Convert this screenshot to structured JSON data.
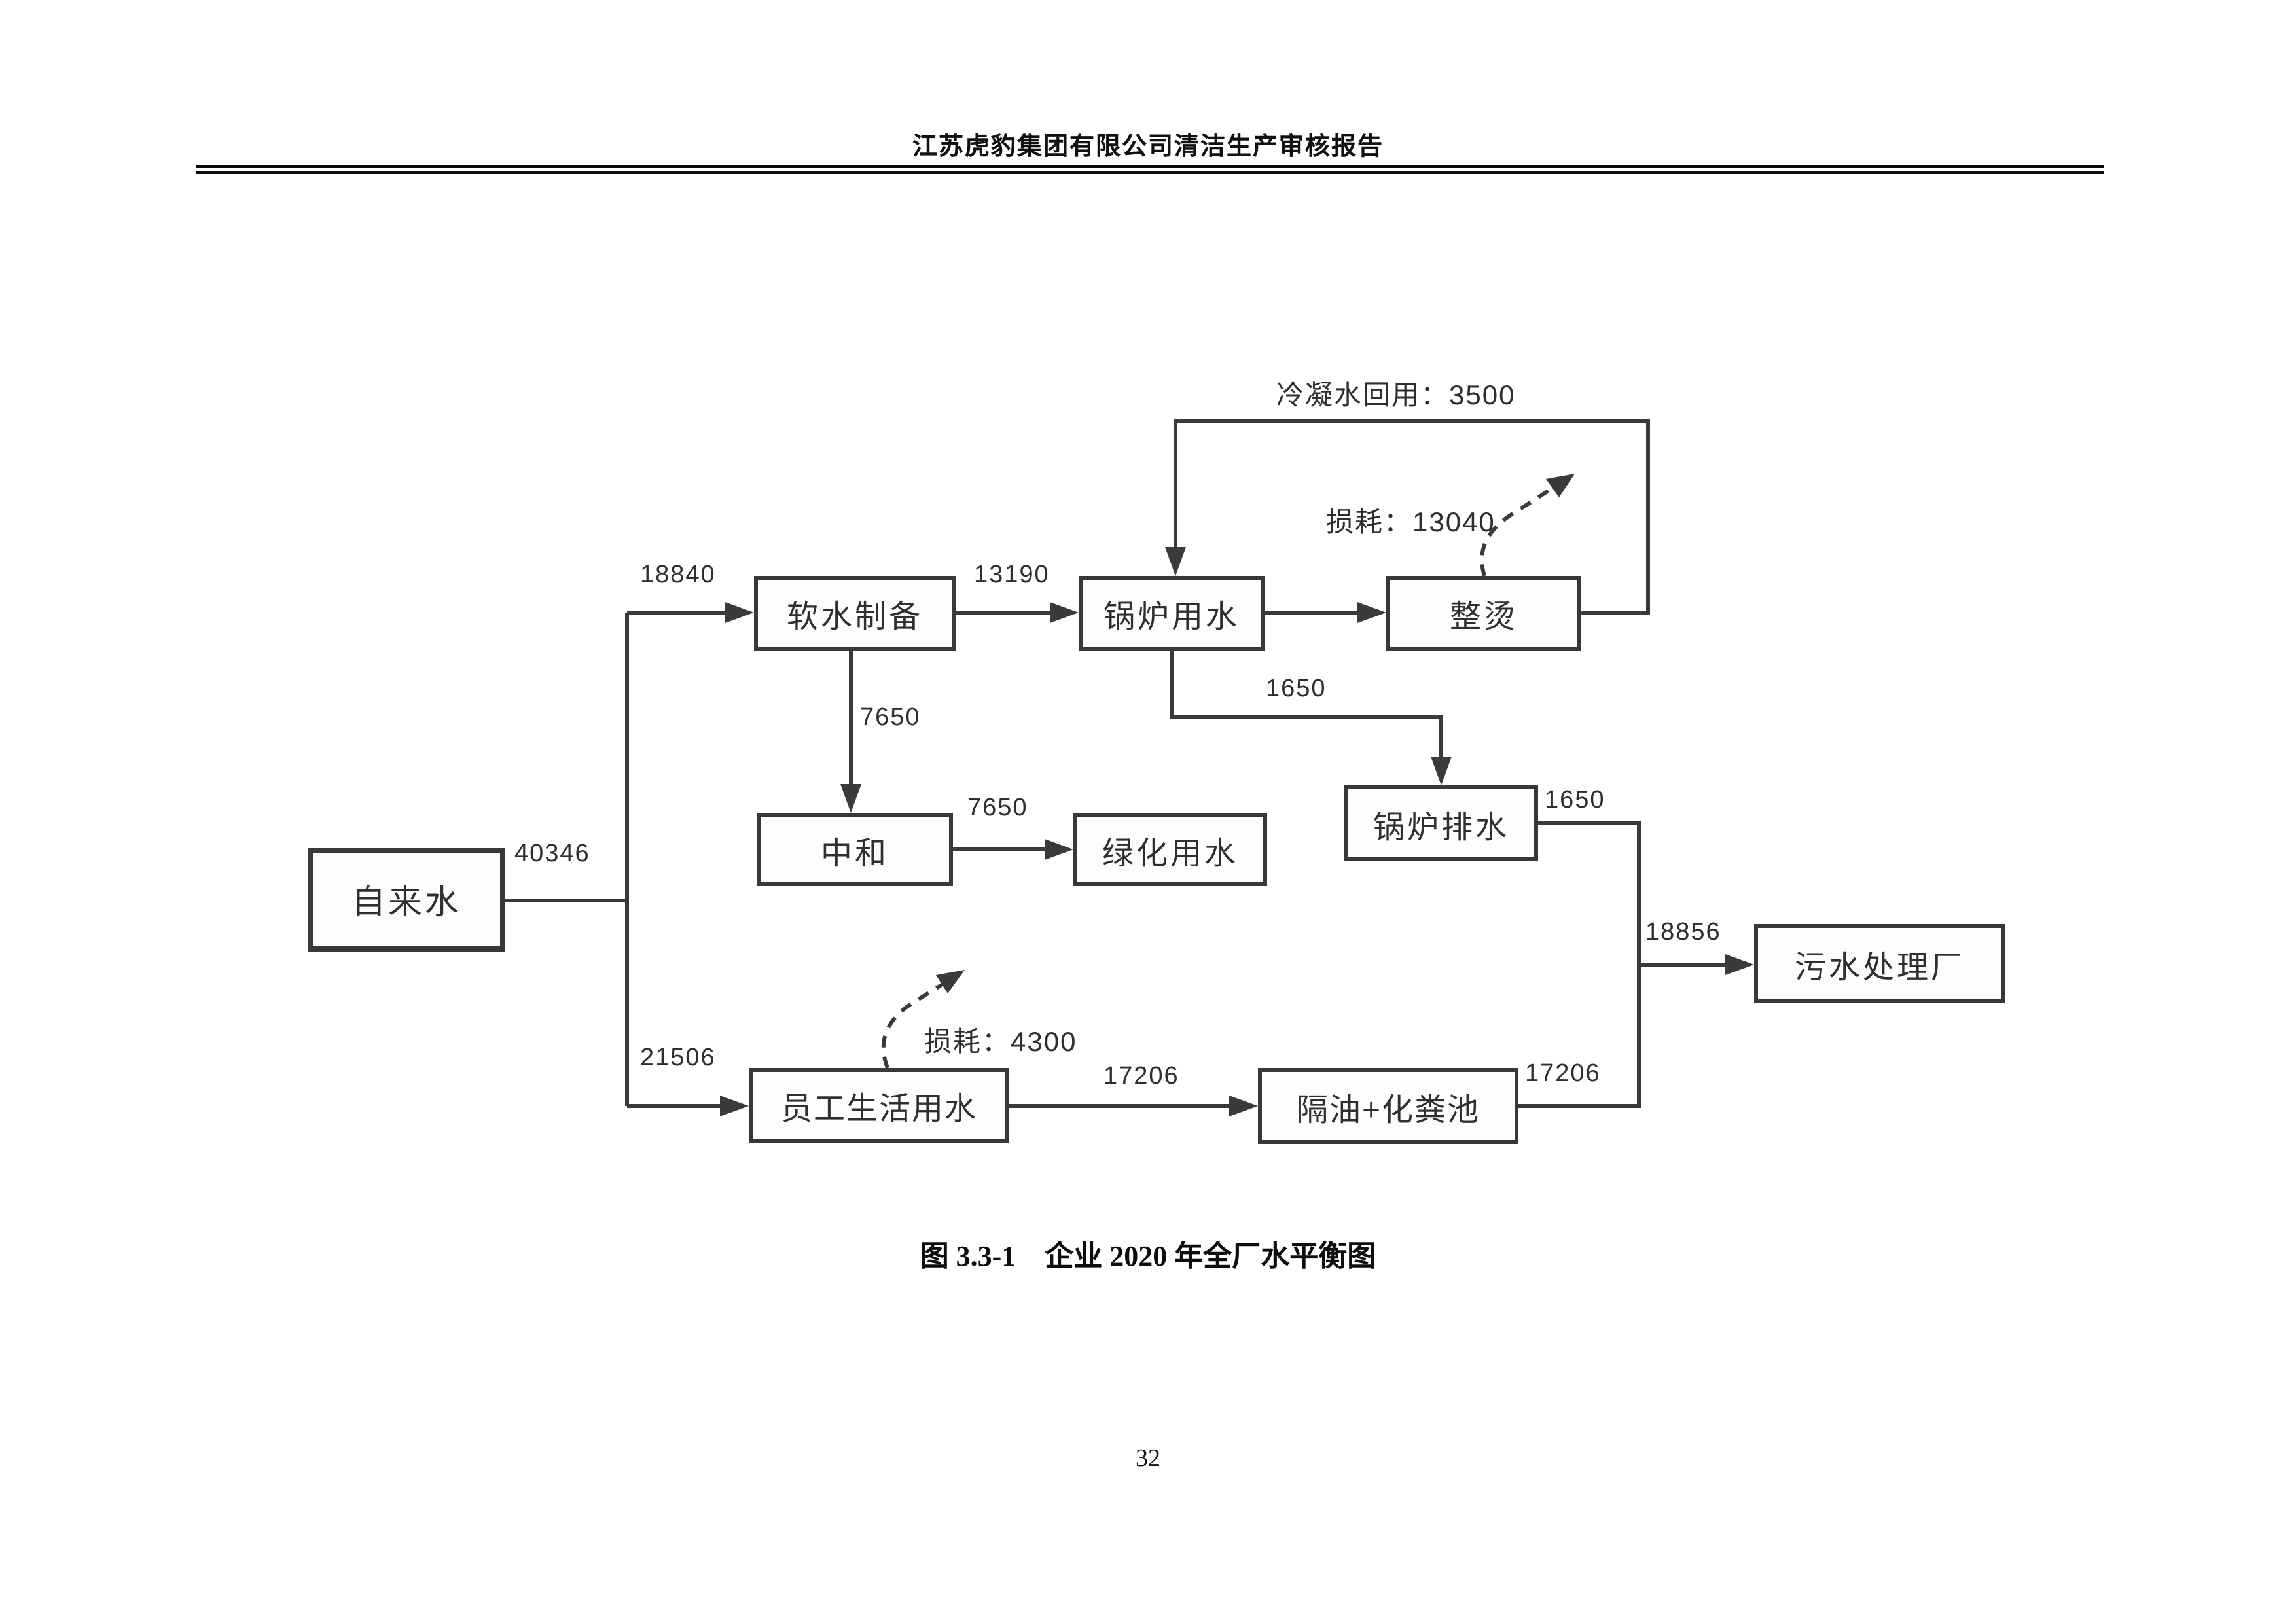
{
  "header": {
    "title": "江苏虎豹集团有限公司清洁生产审核报告"
  },
  "caption": {
    "text": "图 3.3-1　企业 2020 年全厂水平衡图"
  },
  "footer": {
    "page_number": "32"
  },
  "colors": {
    "line": "#3a3a3a",
    "text": "#2f2f2f",
    "background": "#ffffff"
  },
  "nodes": {
    "tap_water": "自来水",
    "soft_water_prep": "软水制备",
    "boiler_water": "锅炉用水",
    "ironing": "整烫",
    "neutralization": "中和",
    "greening_water": "绿化用水",
    "boiler_drain": "锅炉排水",
    "staff_domestic_water": "员工生活用水",
    "oil_septic_tank": "隔油+化粪池",
    "sewage_plant": "污水处理厂"
  },
  "flows": {
    "tap_total": "40346",
    "tap_to_soft": "18840",
    "soft_to_boiler": "13190",
    "condensate_reuse": "冷凝水回用：3500",
    "ironing_loss": "损耗：13040",
    "soft_to_neutral": "7650",
    "neutral_to_green": "7650",
    "boiler_to_drain": "1650",
    "drain_to_main": "1650",
    "main_to_sewage": "18856",
    "tap_to_staff": "21506",
    "staff_loss": "损耗：4300",
    "staff_to_septic": "17206",
    "septic_to_main": "17206"
  }
}
